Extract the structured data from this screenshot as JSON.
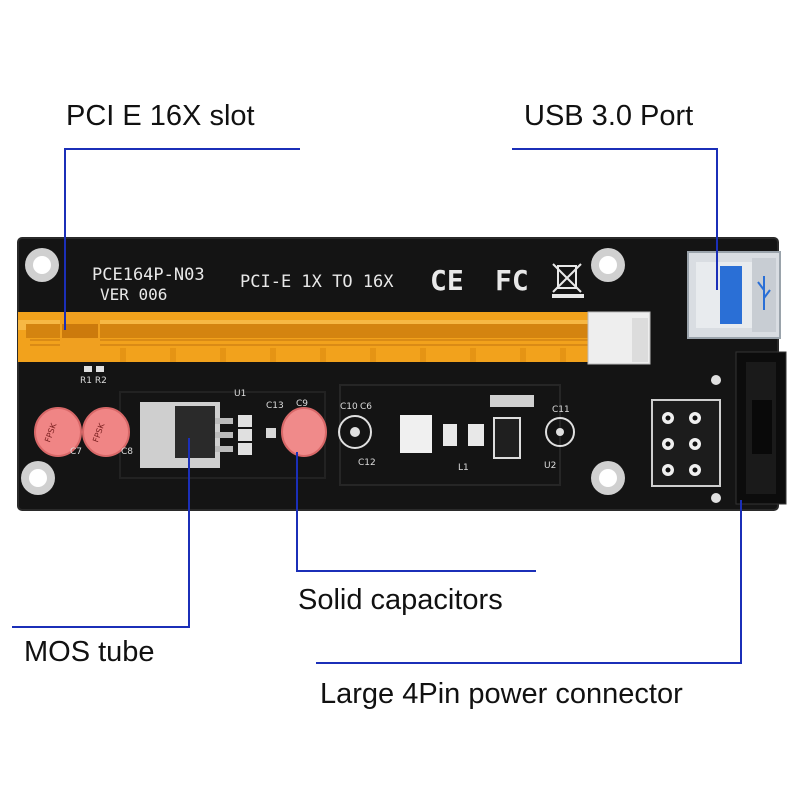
{
  "labels": {
    "pcie_slot": "PCI E 16X slot",
    "usb_port": "USB 3.0 Port",
    "solid_caps": "Solid capacitors",
    "mos_tube": "MOS tube",
    "power_connector": "Large 4Pin power connector"
  },
  "board": {
    "model": "PCE164P-N03",
    "version": "VER 006",
    "description": "PCI-E 1X TO 16X",
    "ce_mark": "CE",
    "fc_mark": "FC",
    "refs": {
      "r1r2": "R1 R2",
      "u1": "U1",
      "u2": "U2",
      "c7": "C7",
      "c8": "C8",
      "c9": "C9",
      "c10": "C10",
      "c6": "C6",
      "c11": "C11",
      "c12": "C12",
      "c13": "C13",
      "l1": "L1"
    },
    "cap_marking": "FPSK"
  },
  "colors": {
    "pcb": "#121212",
    "slot": "#f0a020",
    "callout_line": "#1b2fb8",
    "capacitor_pink": "#f28a8a"
  }
}
